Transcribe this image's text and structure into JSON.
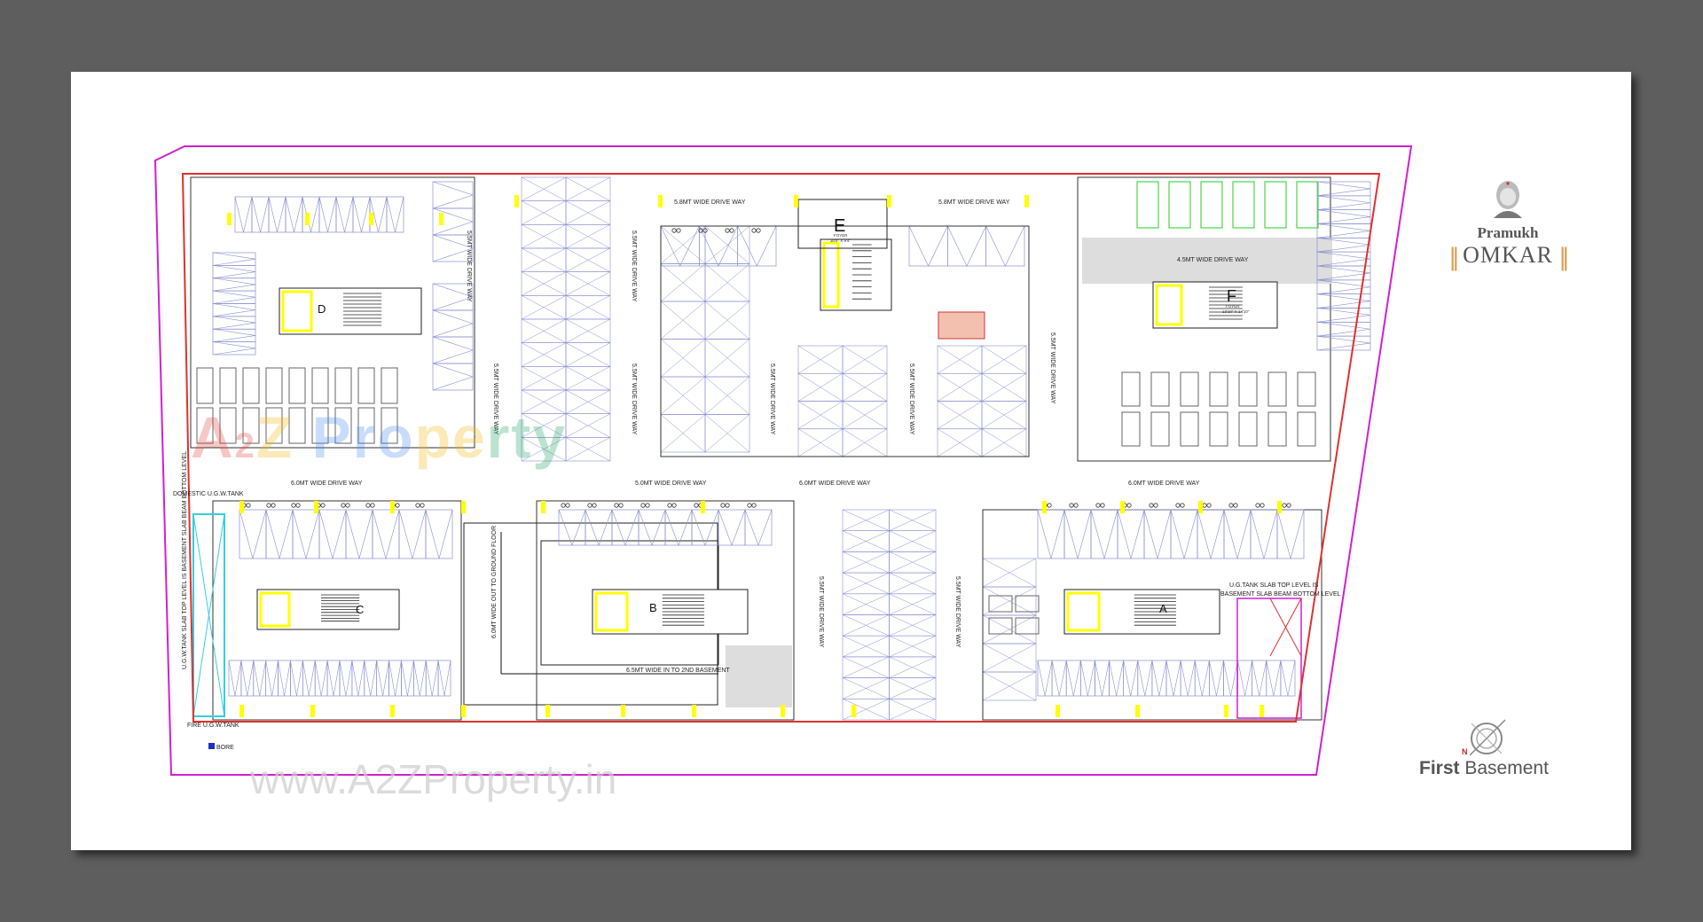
{
  "brand": {
    "top": "Pramukh",
    "main": "OMKAR",
    "bars": "||"
  },
  "level": {
    "bold": "First",
    "rest": "Basement",
    "north": "N"
  },
  "watermarks": {
    "logo_text": "A2Z Property",
    "url": "www.A2ZProperty.in"
  },
  "driveways": {
    "top_left": "5.8MT WIDE DRIVE WAY",
    "top_right": "5.8MT WIDE DRIVE WAY",
    "f_block": "4.5MT WIDE DRIVE WAY",
    "mid_1": "6.0MT WIDE DRIVE WAY",
    "mid_2": "5.0MT WIDE DRIVE WAY",
    "mid_3": "6.0MT WIDE DRIVE WAY",
    "mid_4": "6.0MT WIDE DRIVE WAY",
    "vertical": "5.5MT WIDE DRIVE WAY"
  },
  "ramps": {
    "out": "6.0MT WIDE OUT TO GROUND FLOOR",
    "in": "6.5MT WIDE IN TO 2ND BASEMENT"
  },
  "tanks": {
    "domestic": "DOMESTIC U.G.W.TANK",
    "fire": "FIRE U.G.W.TANK",
    "bore": "BORE",
    "left_note": "U.G.W.TANK SLAB TOP LEVEL IS BASEMENT SLAB BEAM BOTTOM LEVEL",
    "right_note_1": "U.G.TANK SLAB TOP LEVEL IS",
    "right_note_2": "BASEMENT SLAB BEAM BOTTOM LEVEL"
  },
  "cores": {
    "A": "A",
    "B": "B",
    "C": "C",
    "D": "D",
    "E": "E",
    "E_foyer": "FOYER",
    "E_size": "30'0\" X 9'4\"",
    "F": "F",
    "F_foyer": "FOYER",
    "F_size": "13'10\" X 14'10\""
  },
  "colors": {
    "boundary": "#d020d0",
    "plot": "#e03030",
    "column": "#ffff00",
    "bay": "#8a8fd0",
    "tank": "#30d0e0",
    "accent": "#e39a4a"
  }
}
